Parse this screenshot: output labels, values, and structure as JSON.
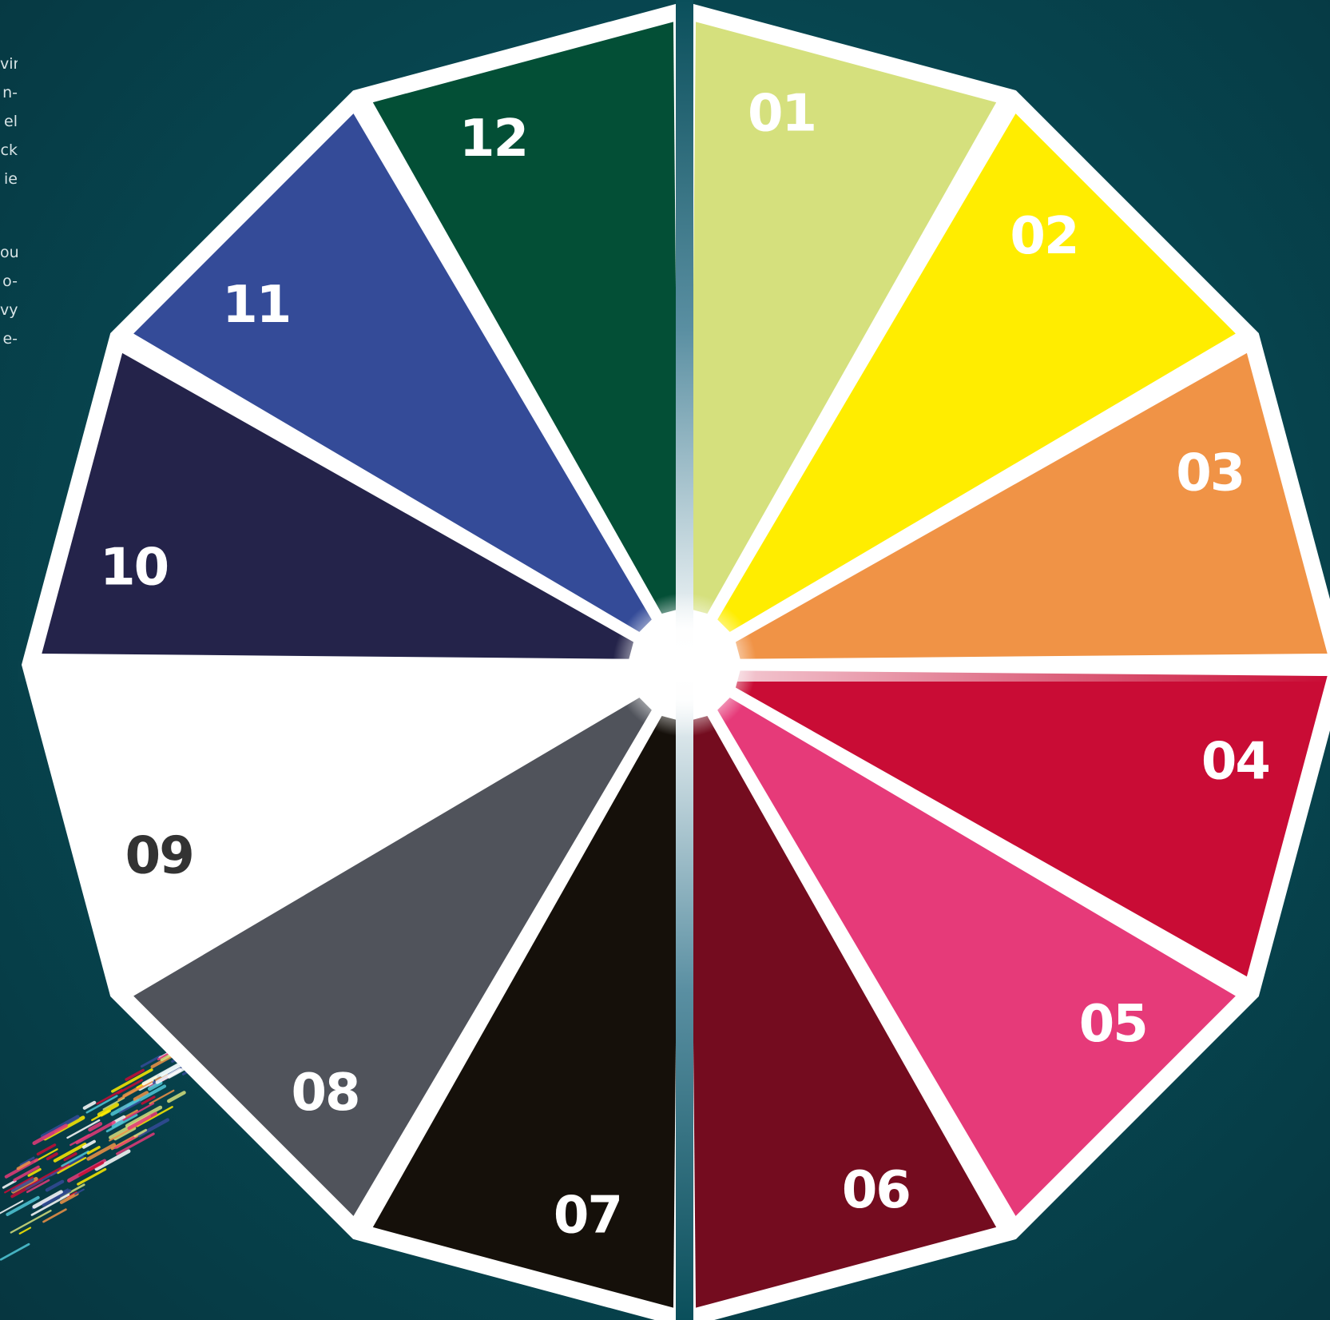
{
  "side_text": {
    "paragraphs": [
      [
        "vir",
        "n-",
        "el",
        "ck",
        "ie"
      ],
      [
        "ou",
        "o-",
        "vy",
        "e-"
      ]
    ]
  },
  "wheel": {
    "segments": [
      {
        "label": "01",
        "color": "#d5e07d",
        "text_color": "#ffffff"
      },
      {
        "label": "02",
        "color": "#ffed00",
        "text_color": "#ffffff"
      },
      {
        "label": "03",
        "color": "#f09346",
        "text_color": "#ffffff"
      },
      {
        "label": "04",
        "color": "#c90c35",
        "text_color": "#ffffff"
      },
      {
        "label": "05",
        "color": "#e63a79",
        "text_color": "#ffffff"
      },
      {
        "label": "06",
        "color": "#740c1f",
        "text_color": "#ffffff"
      },
      {
        "label": "07",
        "color": "#15100a",
        "text_color": "#ffffff"
      },
      {
        "label": "08",
        "color": "#50535b",
        "text_color": "#ffffff"
      },
      {
        "label": "09",
        "color": "#ffffff",
        "text_color": "#333333"
      },
      {
        "label": "10",
        "color": "#24234a",
        "text_color": "#ffffff"
      },
      {
        "label": "11",
        "color": "#344b98",
        "text_color": "#ffffff"
      },
      {
        "label": "12",
        "color": "#034f36",
        "text_color": "#ffffff"
      }
    ]
  }
}
